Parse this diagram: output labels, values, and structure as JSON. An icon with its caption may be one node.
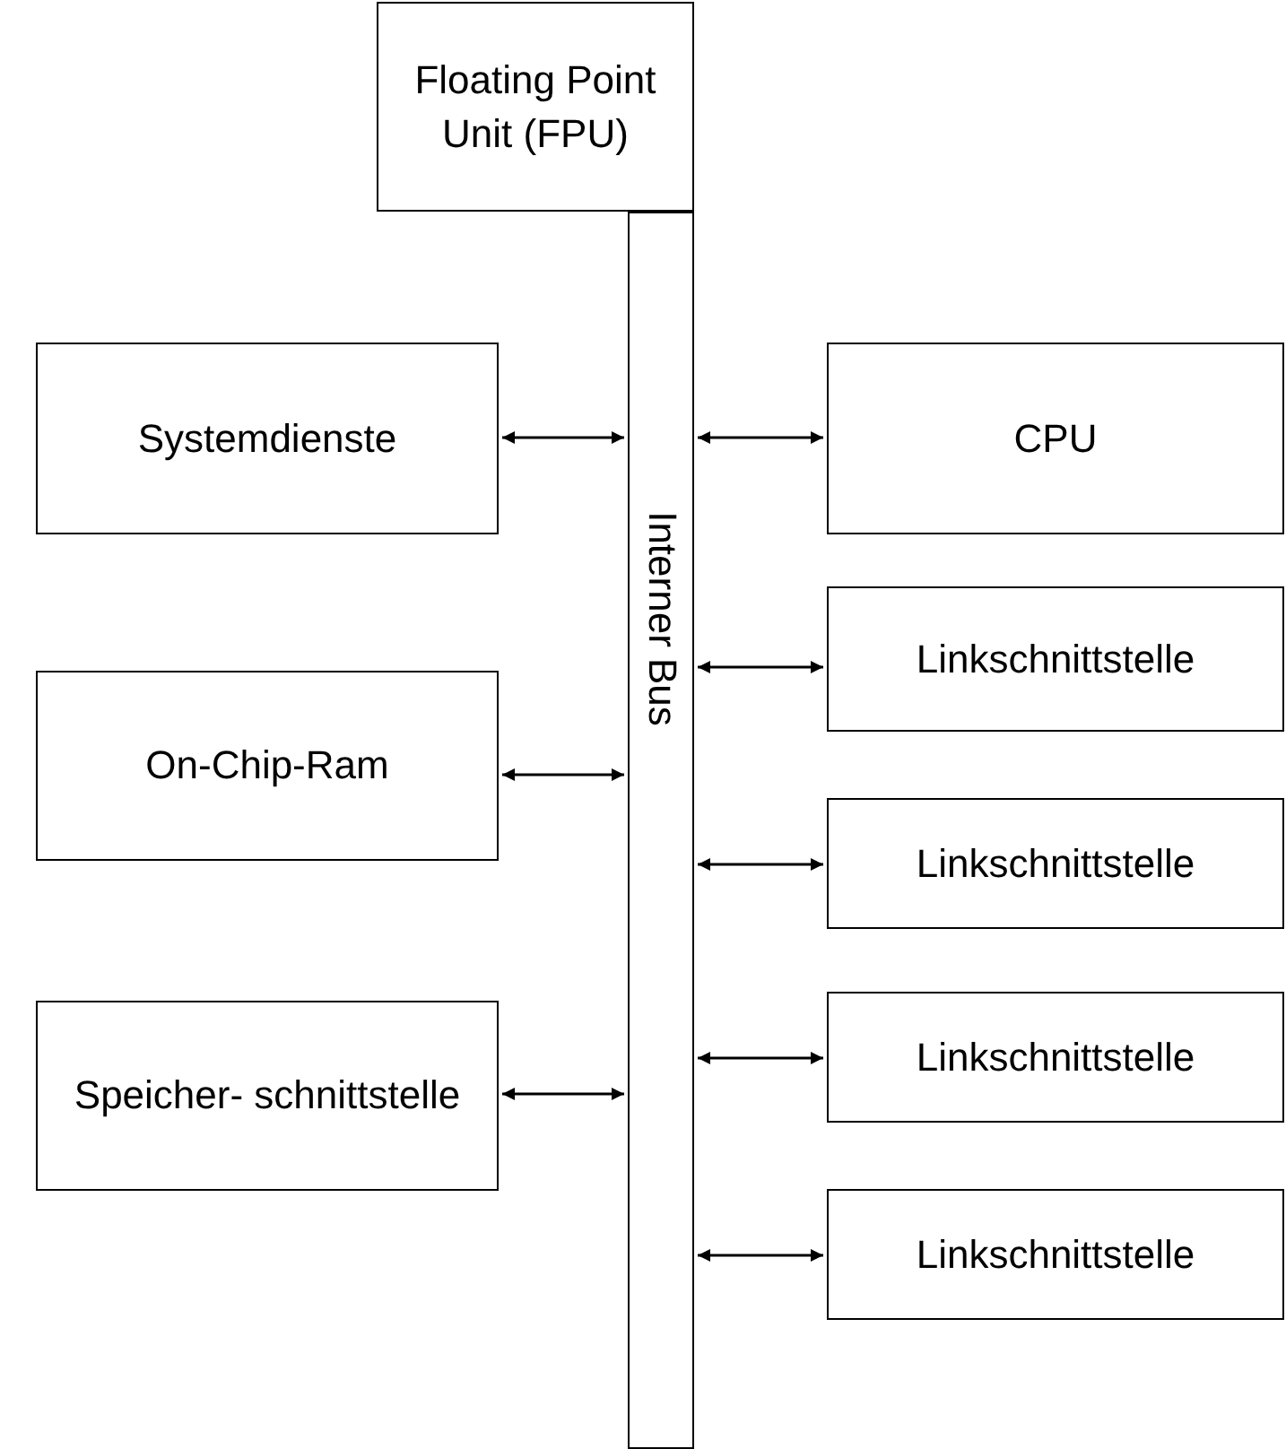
{
  "diagram": {
    "nodes": [
      {
        "text": [
          "Floating Point Unit (FPU)"
        ]
      },
      {
        "text": [
          "Interner Bus"
        ]
      },
      {
        "text": [
          "Systemdienste"
        ]
      },
      {
        "text": [
          "On-Chip-Ram"
        ]
      },
      {
        "text": [
          "Speicher- schnittstelle"
        ]
      },
      {
        "text": [
          "CPU"
        ]
      },
      {
        "text": [
          "Linkschnittstelle"
        ]
      },
      {
        "text": [
          "Linkschnittstelle"
        ]
      },
      {
        "text": [
          "Linkschnittstelle"
        ]
      },
      {
        "text": [
          "Linkschnittstelle"
        ]
      }
    ],
    "edges": [
      {
        "from": 2,
        "to": 1,
        "arrow": "both"
      },
      {
        "from": 3,
        "to": 1,
        "arrow": "both"
      },
      {
        "from": 4,
        "to": 1,
        "arrow": "both"
      },
      {
        "from": 1,
        "to": 5,
        "arrow": "both"
      },
      {
        "from": 1,
        "to": 6,
        "arrow": "both"
      },
      {
        "from": 1,
        "to": 7,
        "arrow": "both"
      },
      {
        "from": 1,
        "to": 8,
        "arrow": "both"
      },
      {
        "from": 1,
        "to": 9,
        "arrow": "both"
      }
    ]
  }
}
